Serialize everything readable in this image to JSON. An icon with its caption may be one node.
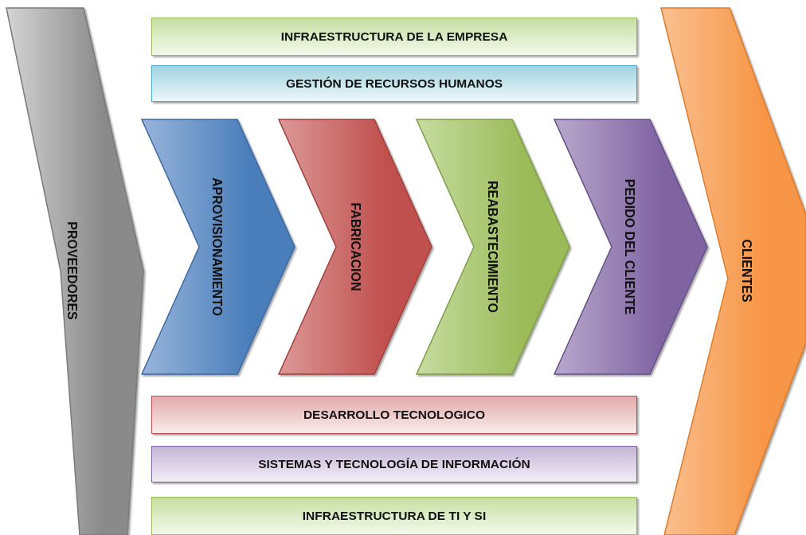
{
  "diagram": {
    "nodes": [
      {
        "text": [
          "PROVEEDORES"
        ]
      },
      {
        "text": [
          "INFRAESTRUCTURA DE LA EMPRESA"
        ]
      },
      {
        "text": [
          "GESTIÓN DE RECURSOS HUMANOS"
        ]
      },
      {
        "text": [
          "APROVISIONAMIENTO"
        ]
      },
      {
        "text": [
          "FABRICACION"
        ]
      },
      {
        "text": [
          "REABASTECIMIENTO"
        ]
      },
      {
        "text": [
          "PEDIDO DEL CLIENTE"
        ]
      },
      {
        "text": [
          "CLIENTES"
        ]
      },
      {
        "text": [
          "DESARROLLO TECNOLOGICO"
        ]
      },
      {
        "text": [
          "SISTEMAS Y TECNOLOGÍA DE INFORMACIÓN"
        ]
      },
      {
        "text": [
          "INFRAESTRUCTURA DE TI Y SI"
        ]
      }
    ]
  }
}
